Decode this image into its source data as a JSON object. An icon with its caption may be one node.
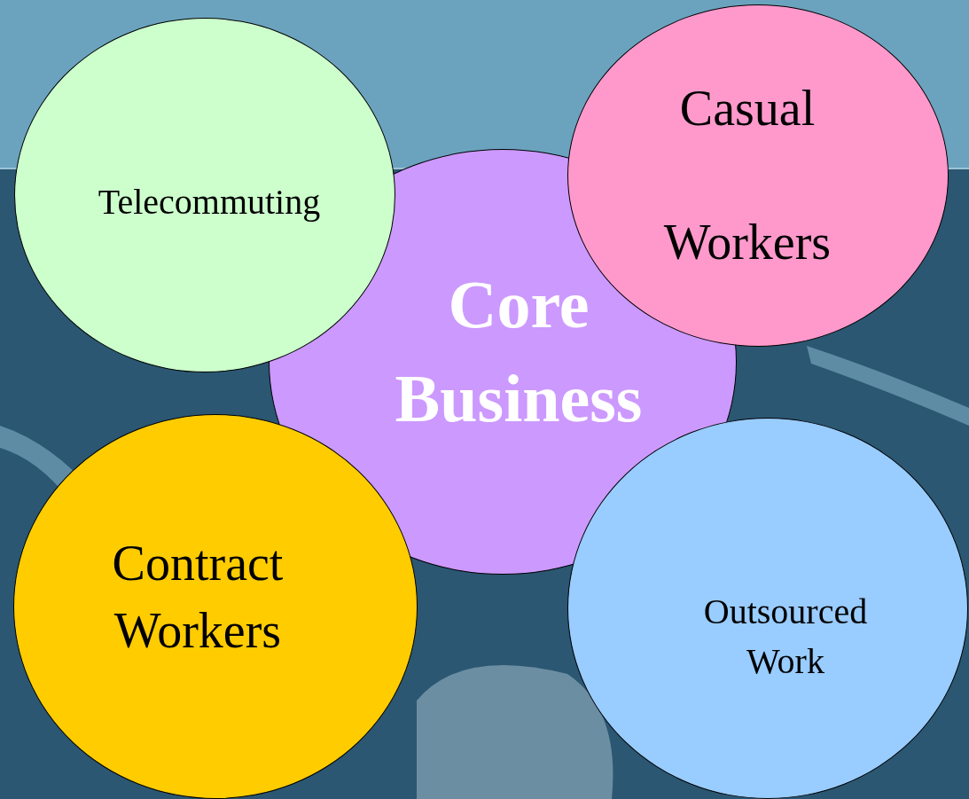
{
  "diagram": {
    "nodes": [
      {
        "text": [
          "Telecommuting"
        ]
      },
      {
        "text": [
          "Core Business"
        ]
      },
      {
        "text": [
          "Casual Workers"
        ]
      },
      {
        "text": [
          "Contract Workers"
        ]
      },
      {
        "text": [
          "Outsourced Work"
        ]
      }
    ]
  }
}
